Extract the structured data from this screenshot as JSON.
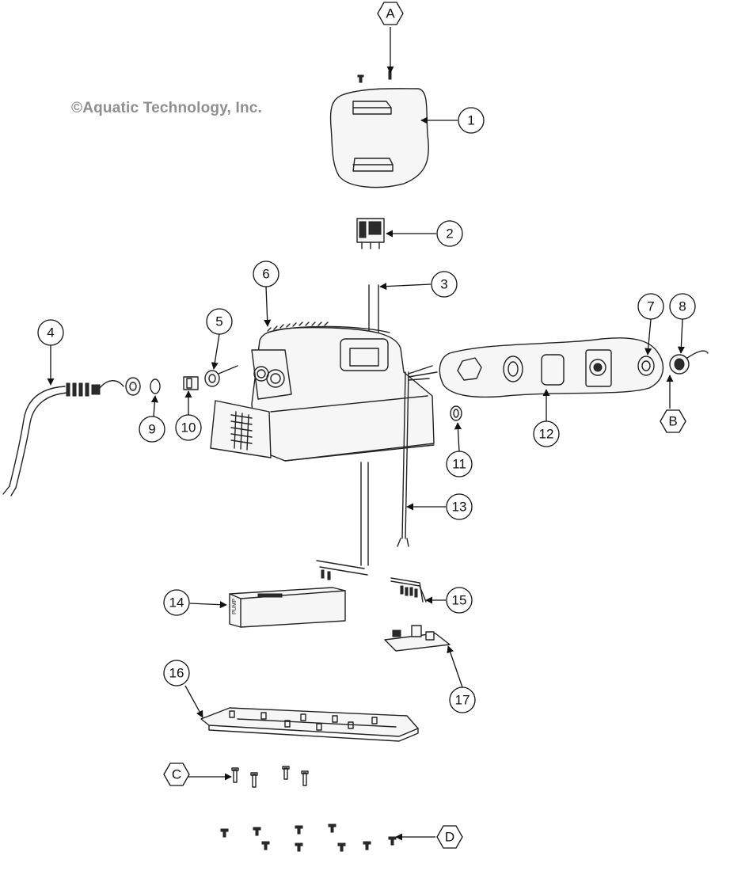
{
  "copyright": "©Aquatic Technology, Inc.",
  "callouts": [
    {
      "id": "A",
      "shape": "hexagon"
    },
    {
      "id": "1",
      "shape": "circle"
    },
    {
      "id": "2",
      "shape": "circle"
    },
    {
      "id": "3",
      "shape": "circle"
    },
    {
      "id": "4",
      "shape": "circle"
    },
    {
      "id": "5",
      "shape": "circle"
    },
    {
      "id": "6",
      "shape": "circle"
    },
    {
      "id": "7",
      "shape": "circle"
    },
    {
      "id": "8",
      "shape": "circle"
    },
    {
      "id": "B",
      "shape": "hexagon"
    },
    {
      "id": "9",
      "shape": "circle"
    },
    {
      "id": "10",
      "shape": "circle"
    },
    {
      "id": "11",
      "shape": "circle"
    },
    {
      "id": "12",
      "shape": "circle"
    },
    {
      "id": "13",
      "shape": "circle"
    },
    {
      "id": "14",
      "shape": "circle"
    },
    {
      "id": "15",
      "shape": "circle"
    },
    {
      "id": "16",
      "shape": "circle"
    },
    {
      "id": "17",
      "shape": "circle"
    },
    {
      "id": "C",
      "shape": "hexagon"
    },
    {
      "id": "D",
      "shape": "hexagon"
    }
  ],
  "part_labels": {
    "transformer_label": "PUMP"
  }
}
